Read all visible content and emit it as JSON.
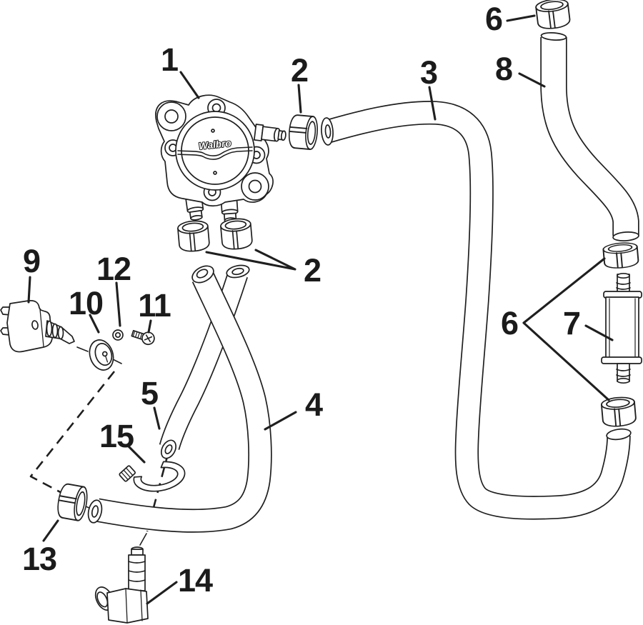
{
  "diagram": {
    "brand_label": "Walbro",
    "colors": {
      "background": "#ffffff",
      "line_color": "#1f1f1f"
    },
    "callouts": {
      "p1": "1",
      "p2a": "2",
      "p2b": "2",
      "p3": "3",
      "p4": "4",
      "p5": "5",
      "p6a": "6",
      "p6b": "6",
      "p7": "7",
      "p8": "8",
      "p9": "9",
      "p10": "10",
      "p11": "11",
      "p12": "12",
      "p13": "13",
      "p14": "14",
      "p15": "15"
    }
  }
}
